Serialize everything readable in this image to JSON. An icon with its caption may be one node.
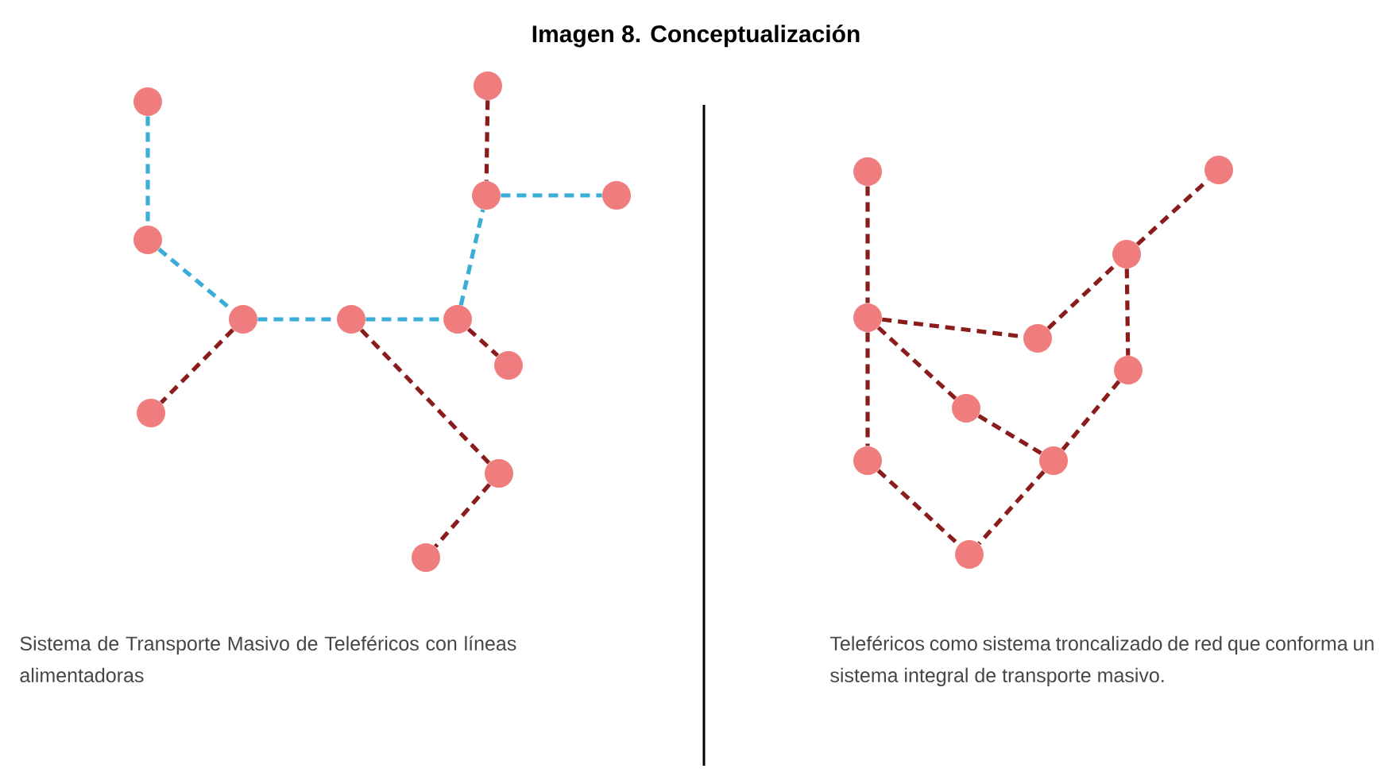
{
  "diagram": {
    "title": "Imagen 8. Conceptualización",
    "nodes": [
      {
        "text": [],
        "shape": "circle"
      },
      {
        "text": [],
        "shape": "circle"
      },
      {
        "text": [],
        "shape": "circle"
      },
      {
        "text": [],
        "shape": "circle"
      },
      {
        "text": [],
        "shape": "circle"
      },
      {
        "text": [],
        "shape": "circle"
      },
      {
        "text": [],
        "shape": "circle"
      },
      {
        "text": [],
        "shape": "circle"
      },
      {
        "text": [],
        "shape": "circle"
      },
      {
        "text": [],
        "shape": "circle"
      },
      {
        "text": [],
        "shape": "circle"
      },
      {
        "text": [],
        "shape": "circle"
      },
      {
        "text": [],
        "shape": "circle"
      },
      {
        "text": [],
        "shape": "circle"
      },
      {
        "text": [],
        "shape": "circle"
      },
      {
        "text": [],
        "shape": "circle"
      },
      {
        "text": [],
        "shape": "circle"
      },
      {
        "text": [],
        "shape": "circle"
      },
      {
        "text": [],
        "shape": "circle"
      },
      {
        "text": [],
        "shape": "circle"
      },
      {
        "text": [],
        "shape": "circle"
      },
      {
        "text": [],
        "shape": "circle"
      }
    ],
    "edges": [
      {
        "from": 0,
        "to": 1,
        "arrow": "none",
        "color": "#3aaed6"
      },
      {
        "from": 1,
        "to": 2,
        "arrow": "none",
        "color": "#3aaed6"
      },
      {
        "from": 2,
        "to": 3,
        "arrow": "none",
        "color": "#3aaed6"
      },
      {
        "from": 3,
        "to": 4,
        "arrow": "none",
        "color": "#3aaed6"
      },
      {
        "from": 4,
        "to": 6,
        "arrow": "none",
        "color": "#3aaed6"
      },
      {
        "from": 6,
        "to": 7,
        "arrow": "none",
        "color": "#3aaed6"
      },
      {
        "from": 5,
        "to": 6,
        "arrow": "none"
      },
      {
        "from": 2,
        "to": 8,
        "arrow": "none"
      },
      {
        "from": 4,
        "to": 9,
        "arrow": "none"
      },
      {
        "from": 3,
        "to": 10,
        "arrow": "none"
      },
      {
        "from": 10,
        "to": 11,
        "arrow": "none"
      },
      {
        "from": 12,
        "to": 15,
        "arrow": "none"
      },
      {
        "from": 15,
        "to": 20,
        "arrow": "none"
      },
      {
        "from": 15,
        "to": 16,
        "arrow": "none"
      },
      {
        "from": 16,
        "to": 14,
        "arrow": "none"
      },
      {
        "from": 14,
        "to": 13,
        "arrow": "none"
      },
      {
        "from": 14,
        "to": 17,
        "arrow": "none"
      },
      {
        "from": 17,
        "to": 19,
        "arrow": "none"
      },
      {
        "from": 15,
        "to": 18,
        "arrow": "none"
      },
      {
        "from": 18,
        "to": 19,
        "arrow": "none"
      },
      {
        "from": 19,
        "to": 21,
        "arrow": "none"
      },
      {
        "from": 20,
        "to": 21,
        "arrow": "none"
      }
    ],
    "labels": [
      "Sistema de Transporte Masivo de Teleféricos con líneas alimentadoras",
      "Teleféricos como sistema troncalizado de red que conforma un sistema integral de transporte masivo."
    ]
  }
}
